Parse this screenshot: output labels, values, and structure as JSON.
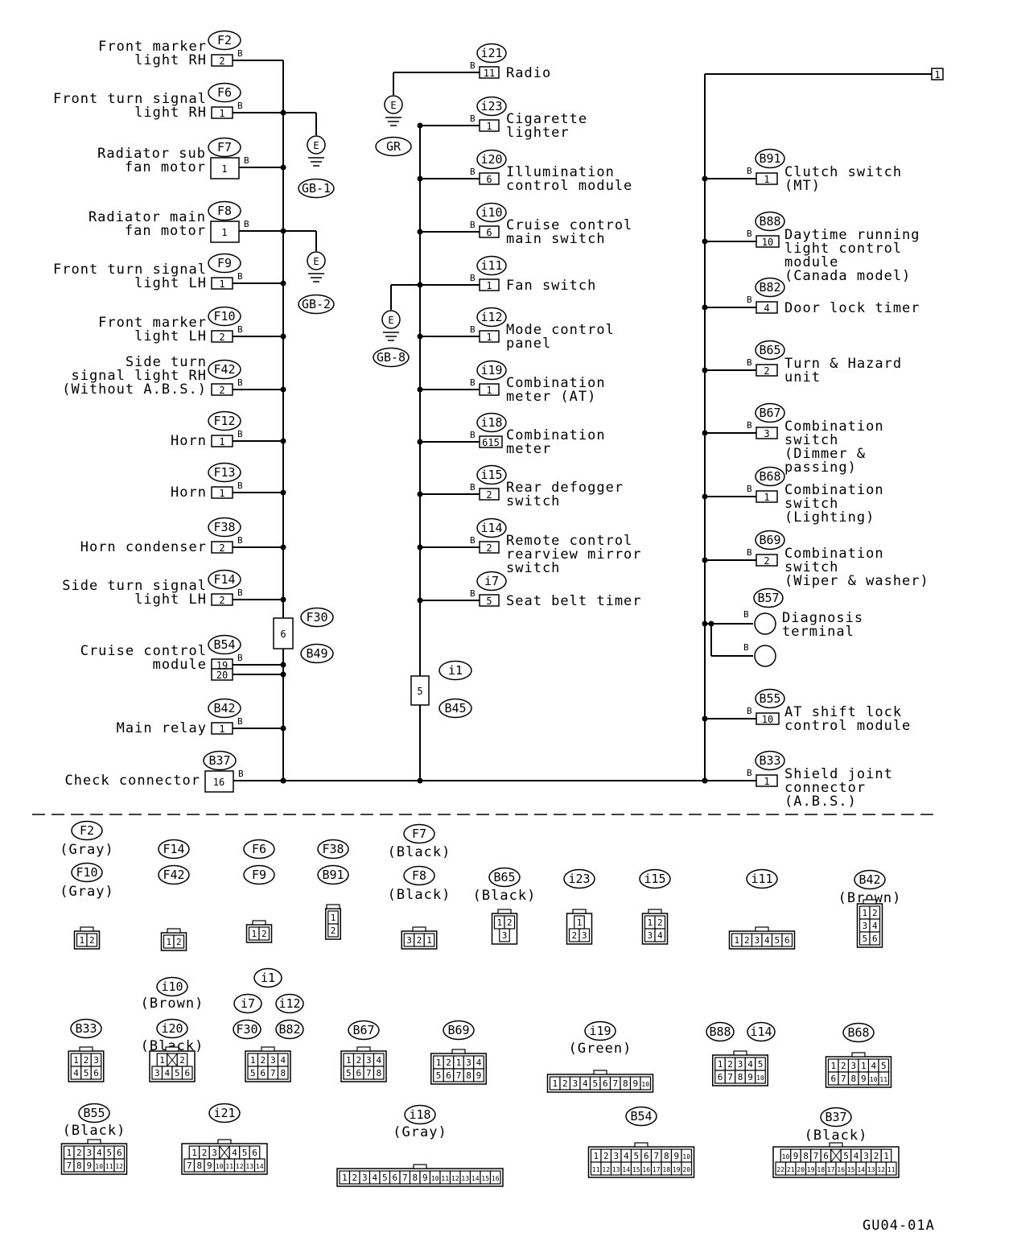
{
  "wire_color": "B",
  "figure_code": "GU04-01A",
  "col1": {
    "rows": [
      {
        "id": "F2",
        "lines": [
          "Front marker",
          "light RH"
        ],
        "pin": "2"
      },
      {
        "id": "F6",
        "lines": [
          "Front turn signal",
          "light RH"
        ],
        "pin": "1"
      },
      {
        "id": "F7",
        "lines": [
          "Radiator sub",
          "fan motor"
        ],
        "pin": "1"
      },
      {
        "id": "F8",
        "lines": [
          "Radiator main",
          "fan motor"
        ],
        "pin": "1"
      },
      {
        "id": "F9",
        "lines": [
          "Front turn signal",
          "light LH"
        ],
        "pin": "1"
      },
      {
        "id": "F10",
        "lines": [
          "Front marker",
          "light LH"
        ],
        "pin": "2"
      },
      {
        "id": "F42",
        "lines": [
          "Side turn",
          "signal light RH",
          "(Without A.B.S.)"
        ],
        "pin": "2"
      },
      {
        "id": "F12",
        "lines": [
          "Horn"
        ],
        "pin": "1"
      },
      {
        "id": "F13",
        "lines": [
          "Horn"
        ],
        "pin": "1"
      },
      {
        "id": "F38",
        "lines": [
          "Horn condenser"
        ],
        "pin": "2"
      },
      {
        "id": "F14",
        "lines": [
          "Side turn signal",
          "light LH"
        ],
        "pin": "2"
      },
      {
        "id": "B54",
        "lines": [
          "Cruise control",
          "module"
        ],
        "pin": "19",
        "pin2": "20"
      },
      {
        "id": "B42",
        "lines": [
          "Main relay"
        ],
        "pin": "1"
      },
      {
        "id": "B37",
        "lines": [
          "Check connector"
        ],
        "pin": "16"
      }
    ],
    "grounds": [
      {
        "id": "GB-1"
      },
      {
        "id": "GB-2"
      }
    ],
    "joint": {
      "pin": "6",
      "ids": [
        "F30",
        "B49"
      ]
    }
  },
  "col2": {
    "rows": [
      {
        "id": "i21",
        "lines": [
          "Radio"
        ],
        "pin": "11"
      },
      {
        "id": "i23",
        "lines": [
          "Cigarette",
          "lighter"
        ],
        "pin": "1"
      },
      {
        "id": "i20",
        "lines": [
          "Illumination",
          "control module"
        ],
        "pin": "6"
      },
      {
        "id": "i10",
        "lines": [
          "Cruise control",
          "main switch"
        ],
        "pin": "6"
      },
      {
        "id": "i11",
        "lines": [
          "Fan switch"
        ],
        "pin": "1"
      },
      {
        "id": "i12",
        "lines": [
          "Mode control",
          "panel"
        ],
        "pin": "1"
      },
      {
        "id": "i19",
        "lines": [
          "Combination",
          "meter (AT)"
        ],
        "pin": "1"
      },
      {
        "id": "i18",
        "lines": [
          "Combination",
          "meter"
        ],
        "pin": "615"
      },
      {
        "id": "i15",
        "lines": [
          "Rear defogger",
          "switch"
        ],
        "pin": "2"
      },
      {
        "id": "i14",
        "lines": [
          "Remote control",
          "rearview mirror",
          "switch"
        ],
        "pin": "2"
      },
      {
        "id": "i7",
        "lines": [
          "Seat belt timer"
        ],
        "pin": "5"
      }
    ],
    "grounds": [
      {
        "id": "GR"
      },
      {
        "id": "GB-8"
      }
    ],
    "joint": {
      "pin": "5",
      "ids": [
        "i1",
        "B45"
      ]
    }
  },
  "col3": {
    "top_pin": "1",
    "rows": [
      {
        "id": "B91",
        "lines": [
          "Clutch switch",
          "(MT)"
        ],
        "pin": "1"
      },
      {
        "id": "B88",
        "lines": [
          "Daytime running",
          "light control",
          "module",
          "(Canada model)"
        ],
        "pin": "10"
      },
      {
        "id": "B82",
        "lines": [
          "Door lock timer"
        ],
        "pin": "4"
      },
      {
        "id": "B65",
        "lines": [
          "Turn & Hazard",
          "unit"
        ],
        "pin": "2"
      },
      {
        "id": "B67",
        "lines": [
          "Combination",
          "switch",
          "(Dimmer &",
          "passing)"
        ],
        "pin": "3"
      },
      {
        "id": "B68",
        "lines": [
          "Combination",
          "switch",
          "(Lighting)"
        ],
        "pin": "1"
      },
      {
        "id": "B69",
        "lines": [
          "Combination",
          "switch",
          "(Wiper & washer)"
        ],
        "pin": "2"
      },
      {
        "id": "B57",
        "lines": [
          "Diagnosis",
          "terminal"
        ],
        "pin": ""
      },
      {
        "id": "B55",
        "lines": [
          "AT shift lock",
          "control module"
        ],
        "pin": "10"
      },
      {
        "id": "B33",
        "lines": [
          "Shield joint",
          "connector",
          "(A.B.S.)"
        ],
        "pin": "1"
      }
    ]
  },
  "connectors": {
    "groups": [
      {
        "ids": [
          "F2",
          "F10"
        ],
        "colors": [
          "(Gray)",
          "(Gray)"
        ],
        "rows": [
          [
            "1",
            "2"
          ]
        ]
      },
      {
        "ids": [
          "F14",
          "F42"
        ],
        "colors": [],
        "rows": [
          [
            "1",
            "2"
          ]
        ]
      },
      {
        "ids": [
          "F6",
          "F9"
        ],
        "colors": [],
        "rows": [
          [
            "1",
            "2"
          ]
        ]
      },
      {
        "ids": [
          "F38",
          "B91"
        ],
        "colors": [],
        "rows": [
          [
            "1"
          ],
          [
            "2"
          ]
        ]
      },
      {
        "ids": [
          "F7",
          "F8"
        ],
        "colors": [
          "(Black)",
          "(Black)"
        ],
        "rows": [
          [
            "3",
            "2",
            "1"
          ]
        ]
      },
      {
        "ids": [
          "B65"
        ],
        "colors": [
          "(Black)"
        ],
        "rows": [
          [
            "1",
            "2"
          ],
          [
            "3"
          ]
        ]
      },
      {
        "ids": [
          "i23"
        ],
        "colors": [],
        "rows": [
          [
            "1"
          ],
          [
            "2",
            "3"
          ]
        ]
      },
      {
        "ids": [
          "i15"
        ],
        "colors": [],
        "rows": [
          [
            "1",
            "2"
          ],
          [
            "3",
            "4"
          ]
        ]
      },
      {
        "ids": [
          "i11"
        ],
        "colors": [],
        "rows": [
          [
            "1",
            "2",
            "3",
            "4",
            "5",
            "6"
          ]
        ]
      },
      {
        "ids": [
          "B42"
        ],
        "colors": [
          "(Brown)"
        ],
        "rows": [
          [
            "1",
            "2"
          ],
          [
            "3",
            "4"
          ],
          [
            "5",
            "6"
          ]
        ]
      },
      {
        "ids": [
          "B33"
        ],
        "colors": [],
        "rows": [
          [
            "1",
            "2",
            "3"
          ],
          [
            "4",
            "5",
            "6"
          ]
        ]
      },
      {
        "ids": [
          "i10",
          "i20"
        ],
        "colors": [
          "(Brown)",
          "(Black)"
        ],
        "rows": [
          [
            "1",
            "",
            "2"
          ],
          [
            "3",
            "4",
            "5",
            "6"
          ]
        ]
      },
      {
        "ids": [
          "i1",
          "i7",
          "i12",
          "F30",
          "B82"
        ],
        "colors": [],
        "rows": [
          [
            "1",
            "2",
            "3",
            "4"
          ],
          [
            "5",
            "6",
            "7",
            "8"
          ]
        ]
      },
      {
        "ids": [
          "B67"
        ],
        "colors": [],
        "rows": [
          [
            "1",
            "2",
            "3",
            "4"
          ],
          [
            "5",
            "6",
            "7",
            "8"
          ]
        ]
      },
      {
        "ids": [
          "B69"
        ],
        "colors": [],
        "rows": [
          [
            "1",
            "2",
            "1",
            "3",
            "4"
          ],
          [
            "5",
            "6",
            "7",
            "8",
            "9"
          ]
        ]
      },
      {
        "ids": [
          "i19"
        ],
        "colors": [
          "(Green)"
        ],
        "rows": [
          [
            "1",
            "2",
            "3",
            "4",
            "5",
            "6",
            "7",
            "8",
            "9",
            "10"
          ]
        ]
      },
      {
        "ids": [
          "B88",
          "i14"
        ],
        "colors": [],
        "rows": [
          [
            "1",
            "2",
            "3",
            "4",
            "5"
          ],
          [
            "6",
            "7",
            "8",
            "9",
            "10"
          ]
        ]
      },
      {
        "ids": [
          "B68"
        ],
        "colors": [],
        "rows": [
          [
            "1",
            "2",
            "3",
            "1",
            "4",
            "5"
          ],
          [
            "6",
            "7",
            "8",
            "9",
            "10",
            "11"
          ]
        ]
      },
      {
        "ids": [
          "B55"
        ],
        "colors": [
          "(Black)"
        ],
        "rows": [
          [
            "1",
            "2",
            "3",
            "4",
            "5",
            "6"
          ],
          [
            "7",
            "8",
            "9",
            "10",
            "11",
            "12"
          ]
        ]
      },
      {
        "ids": [
          "i21"
        ],
        "colors": [],
        "rows": [
          [
            "1",
            "2",
            "3",
            "",
            "4",
            "5",
            "6"
          ],
          [
            "7",
            "8",
            "9",
            "10",
            "11",
            "12",
            "13",
            "14"
          ]
        ]
      },
      {
        "ids": [
          "i18"
        ],
        "colors": [
          "(Gray)"
        ],
        "rows": [
          [
            "1",
            "2",
            "3",
            "4",
            "5",
            "6",
            "7",
            "8",
            "9",
            "10",
            "11",
            "12",
            "13",
            "14",
            "15",
            "16"
          ]
        ]
      },
      {
        "ids": [
          "B54"
        ],
        "colors": [],
        "rows": [
          [
            "1",
            "2",
            "3",
            "4",
            "5",
            "6",
            "7",
            "8",
            "9",
            "10"
          ],
          [
            "11",
            "12",
            "13",
            "14",
            "15",
            "16",
            "17",
            "18",
            "19",
            "20"
          ]
        ]
      },
      {
        "ids": [
          "B37"
        ],
        "colors": [
          "(Black)"
        ],
        "rows": [
          [
            "10",
            "9",
            "8",
            "7",
            "6",
            "",
            "5",
            "4",
            "3",
            "2",
            "1"
          ],
          [
            "22",
            "21",
            "20",
            "19",
            "18",
            "17",
            "16",
            "15",
            "14",
            "13",
            "12",
            "11"
          ]
        ]
      }
    ]
  }
}
